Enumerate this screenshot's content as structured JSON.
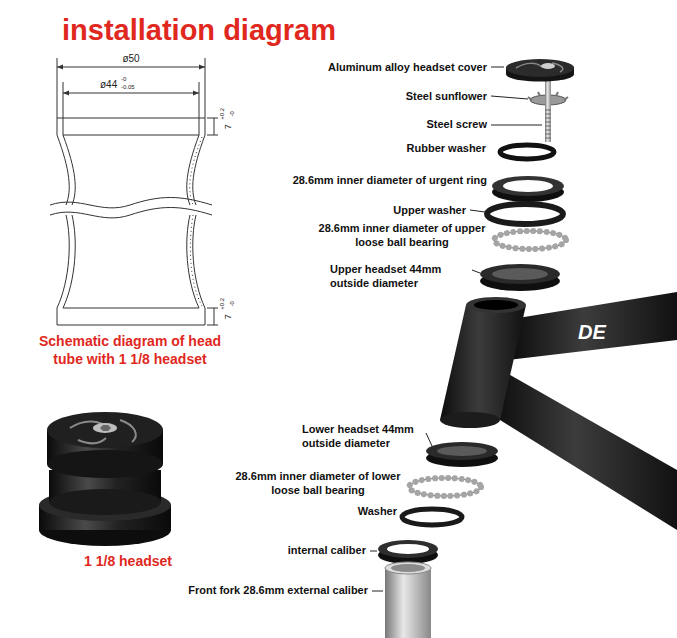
{
  "diagram": {
    "title": "installation diagram",
    "labels": [
      "ø50",
      "ø44",
      "-0",
      "-0.05",
      "7",
      "+0.2",
      "-0",
      "7",
      "+0.2",
      "-0",
      "Schematic diagram of head tube with 1 1/8 headset",
      "1 1/8 headset",
      "Aluminum alloy headset cover",
      "Steel sunflower",
      "Steel screw",
      "Rubber washer",
      "28.6mm inner diameter of urgent ring",
      "Upper washer",
      "28.6mm inner diameter of upper loose ball bearing",
      "Upper headset 44mm outside diameter",
      "DE",
      "Lower headset 44mm outside diameter",
      "28.6mm inner diameter of lower loose ball bearing",
      "Washer",
      "internal caliber",
      "Front fork 28.6mm external caliber"
    ]
  }
}
